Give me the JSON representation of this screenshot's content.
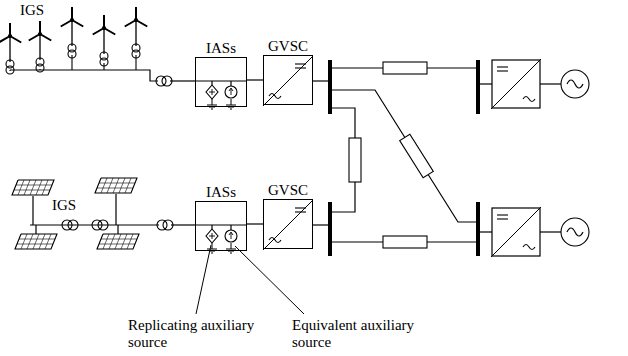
{
  "diagram": {
    "nodes": [
      {
        "text": [
          "IASs"
        ]
      },
      {
        "text": [
          "GVSC"
        ]
      },
      {
        "text": [
          "IASs"
        ]
      },
      {
        "text": [
          "GVSC"
        ]
      }
    ],
    "edges": [
      {
        "from": 0,
        "to": 1,
        "arrow": "none"
      },
      {
        "from": 2,
        "to": 3,
        "arrow": "none"
      }
    ],
    "labels": [
      "IGS",
      "IGS",
      "Replicating auxiliary source",
      "Equivalent auxiliary source"
    ]
  }
}
